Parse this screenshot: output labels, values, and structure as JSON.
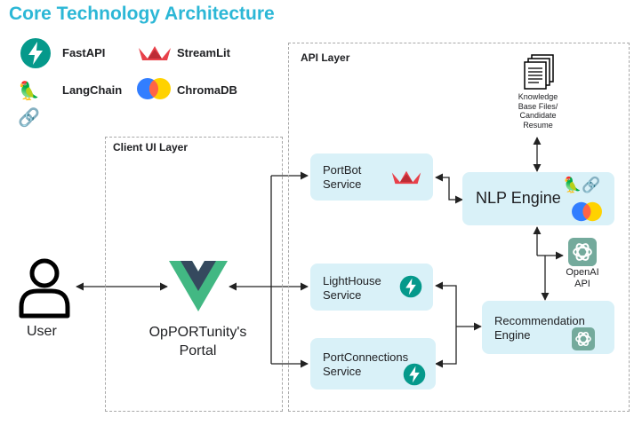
{
  "title": "Core Technology Architecture",
  "legend": {
    "fastapi": "FastAPI",
    "streamlit": "StreamLit",
    "langchain": "LangChain",
    "chromadb": "ChromaDB"
  },
  "layers": {
    "client": "Client UI Layer",
    "api": "API Layer"
  },
  "user_label": "User",
  "portal": {
    "line1": "OpPORTunity's",
    "line2": "Portal"
  },
  "services": {
    "portbot": {
      "line1": "PortBot",
      "line2": "Service"
    },
    "lighthouse": {
      "line1": "LightHouse",
      "line2": "Service"
    },
    "portconnections": {
      "line1": "PortConnections",
      "line2": "Service"
    },
    "nlp": "NLP Engine",
    "recommendation": {
      "line1": "Recommendation",
      "line2": "Engine"
    }
  },
  "knowledge_base": {
    "line1": "Knowledge",
    "line2": "Base Files/",
    "line3": "Candidate",
    "line4": "Resume"
  },
  "openai": {
    "line1": "OpenAI",
    "line2": "API"
  },
  "icons": {
    "fastapi": "fastapi-logo-icon",
    "streamlit": "streamlit-crown-icon",
    "langchain": "langchain-parrot-link-icon",
    "chromadb": "chromadb-circles-icon",
    "openai": "openai-knot-icon",
    "vue": "vue-logo-icon",
    "user": "user-icon",
    "files": "document-stack-icon"
  },
  "colors": {
    "title": "#2cb7d6",
    "service_fill": "#d9f1f8",
    "fastapi": "#05998b",
    "streamlit": "#e8414a",
    "vue_green": "#42b883",
    "vue_dark": "#35495e"
  }
}
